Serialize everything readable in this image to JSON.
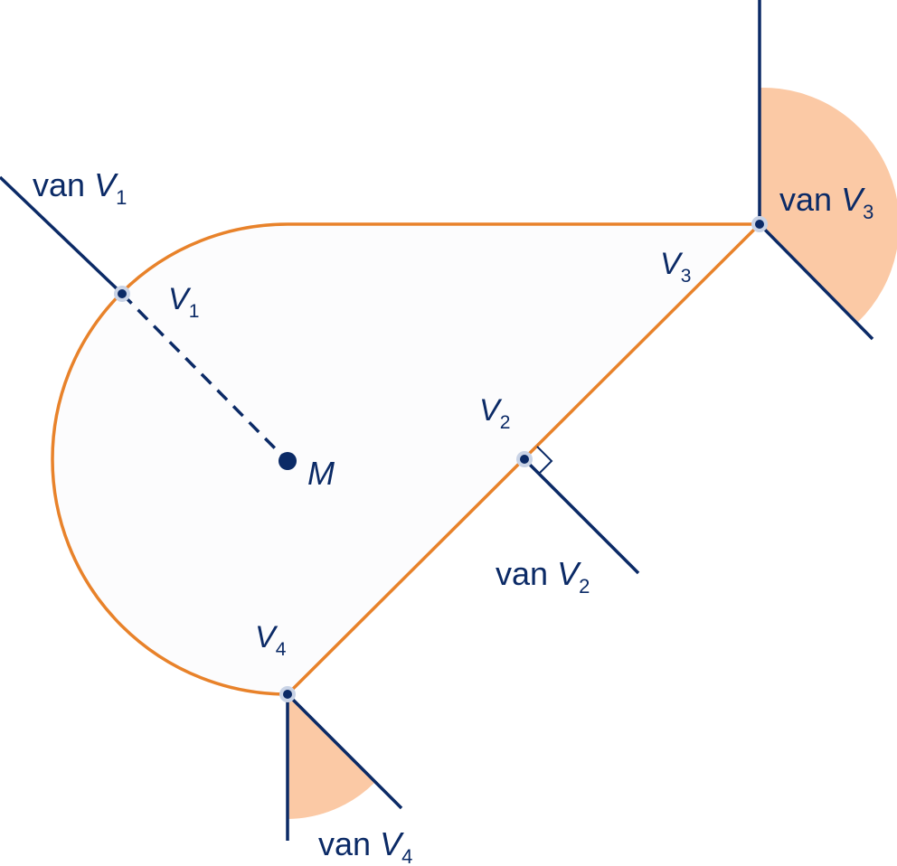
{
  "colors": {
    "region_fill": "#fcfcfd",
    "boundary": "#e8822a",
    "line": "#0b2a66",
    "sector": "#fbc9a5",
    "dot_halo": "#c9d3e6"
  },
  "labels": {
    "van1": {
      "prefix": "van",
      "var": "V",
      "sub": "1"
    },
    "van2": {
      "prefix": "van",
      "var": "V",
      "sub": "2"
    },
    "van3": {
      "prefix": "van",
      "var": "V",
      "sub": "3"
    },
    "van4": {
      "prefix": "van",
      "var": "V",
      "sub": "4"
    },
    "v1": {
      "var": "V",
      "sub": "1"
    },
    "v2": {
      "var": "V",
      "sub": "2"
    },
    "v3": {
      "var": "V",
      "sub": "3"
    },
    "v4": {
      "var": "V",
      "sub": "4"
    },
    "m": "M"
  }
}
